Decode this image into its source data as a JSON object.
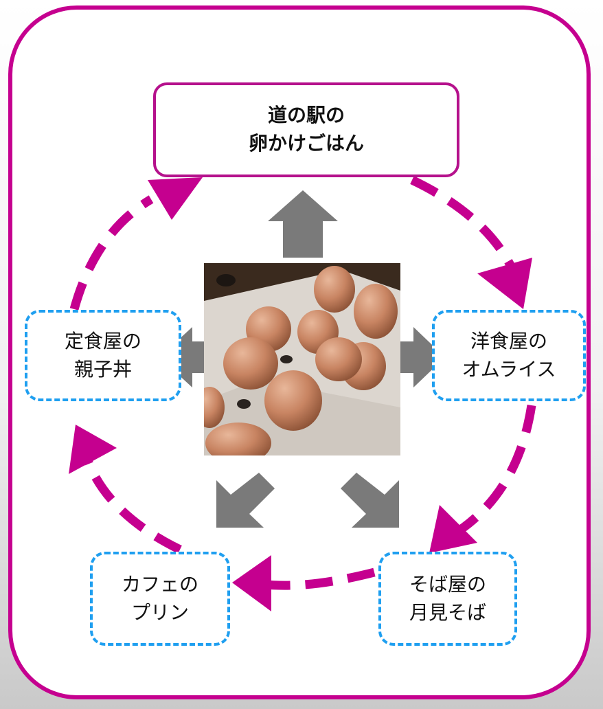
{
  "nodes": {
    "top": {
      "line1": "道の駅の",
      "line2": "卵かけごはん"
    },
    "left": {
      "line1": "定食屋の",
      "line2": "親子丼"
    },
    "right": {
      "line1": "洋食屋の",
      "line2": "オムライス"
    },
    "bottom_left": {
      "line1": "カフェの",
      "line2": "プリン"
    },
    "bottom_right": {
      "line1": "そば屋の",
      "line2": "月見そば"
    }
  },
  "colors": {
    "frame": "#c5008f",
    "cycle_arrow": "#c5008f",
    "top_node_border": "#b5118c",
    "dashed_node_border": "#1f9ff0",
    "spoke_arrow": "#7a7a7a"
  },
  "center_image": "eggs-in-carton-photo"
}
